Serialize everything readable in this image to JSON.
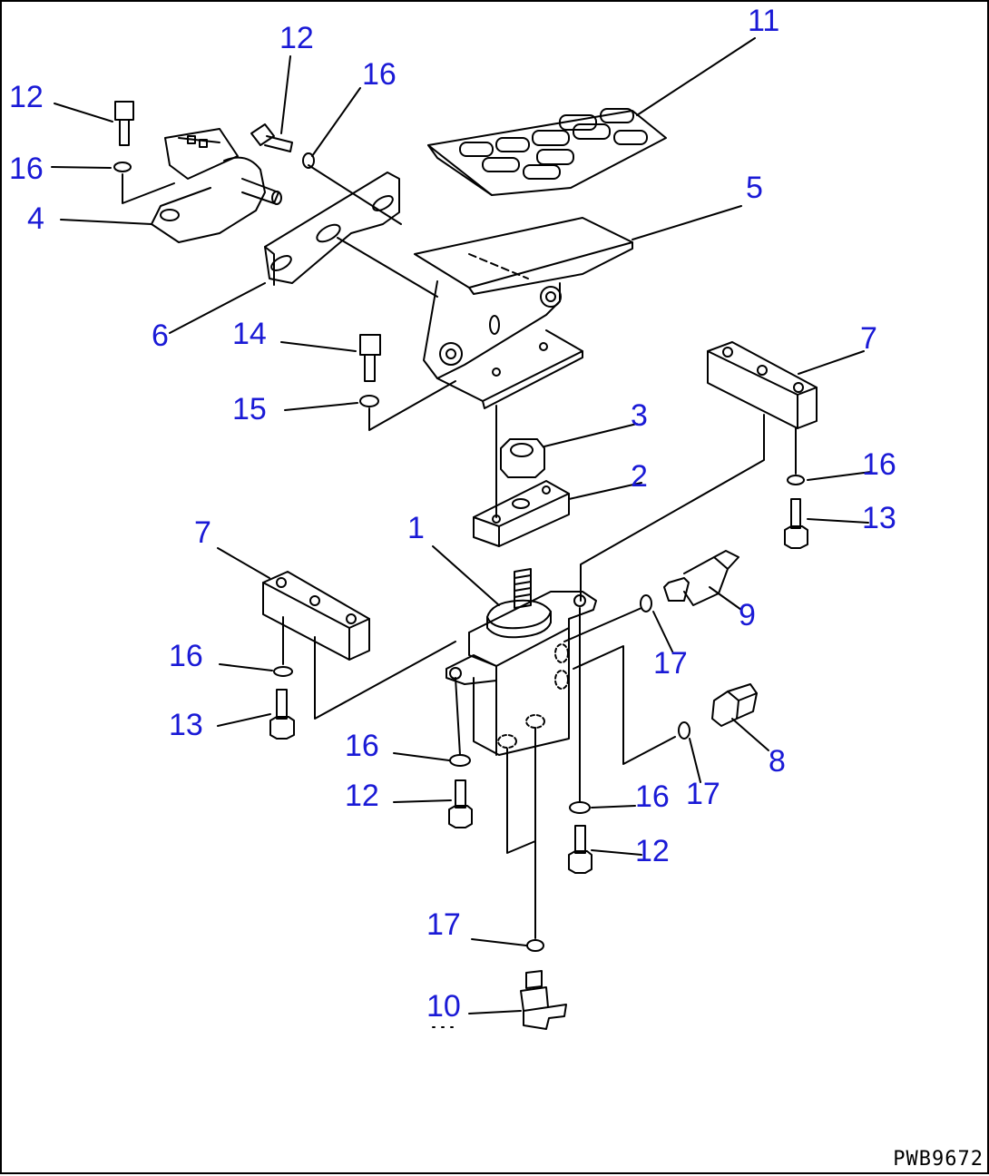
{
  "callouts": [
    {
      "id": "label-11a",
      "text": "11"
    },
    {
      "id": "label-12a",
      "text": "12"
    },
    {
      "id": "label-12b",
      "text": "12"
    },
    {
      "id": "label-16a",
      "text": "16"
    },
    {
      "id": "label-16b",
      "text": "16"
    },
    {
      "id": "label-4",
      "text": "4"
    },
    {
      "id": "label-5",
      "text": "5"
    },
    {
      "id": "label-6",
      "text": "6"
    },
    {
      "id": "label-14",
      "text": "14"
    },
    {
      "id": "label-15",
      "text": "15"
    },
    {
      "id": "label-7a",
      "text": "7"
    },
    {
      "id": "label-3",
      "text": "3"
    },
    {
      "id": "label-16c",
      "text": "16"
    },
    {
      "id": "label-2",
      "text": "2"
    },
    {
      "id": "label-13a",
      "text": "13"
    },
    {
      "id": "label-1",
      "text": "1"
    },
    {
      "id": "label-7b",
      "text": "7"
    },
    {
      "id": "label-9",
      "text": "9"
    },
    {
      "id": "label-16d",
      "text": "16"
    },
    {
      "id": "label-17a",
      "text": "17"
    },
    {
      "id": "label-13b",
      "text": "13"
    },
    {
      "id": "label-16e",
      "text": "16"
    },
    {
      "id": "label-8",
      "text": "8"
    },
    {
      "id": "label-12c",
      "text": "12"
    },
    {
      "id": "label-16f",
      "text": "16"
    },
    {
      "id": "label-17b",
      "text": "17"
    },
    {
      "id": "label-12d",
      "text": "12"
    },
    {
      "id": "label-17c",
      "text": "17"
    },
    {
      "id": "label-10",
      "text": "10"
    }
  ],
  "drawing_code": "PWB9672",
  "colors": {
    "callout": "#1a1ad6",
    "line": "#000000",
    "background": "#ffffff"
  }
}
